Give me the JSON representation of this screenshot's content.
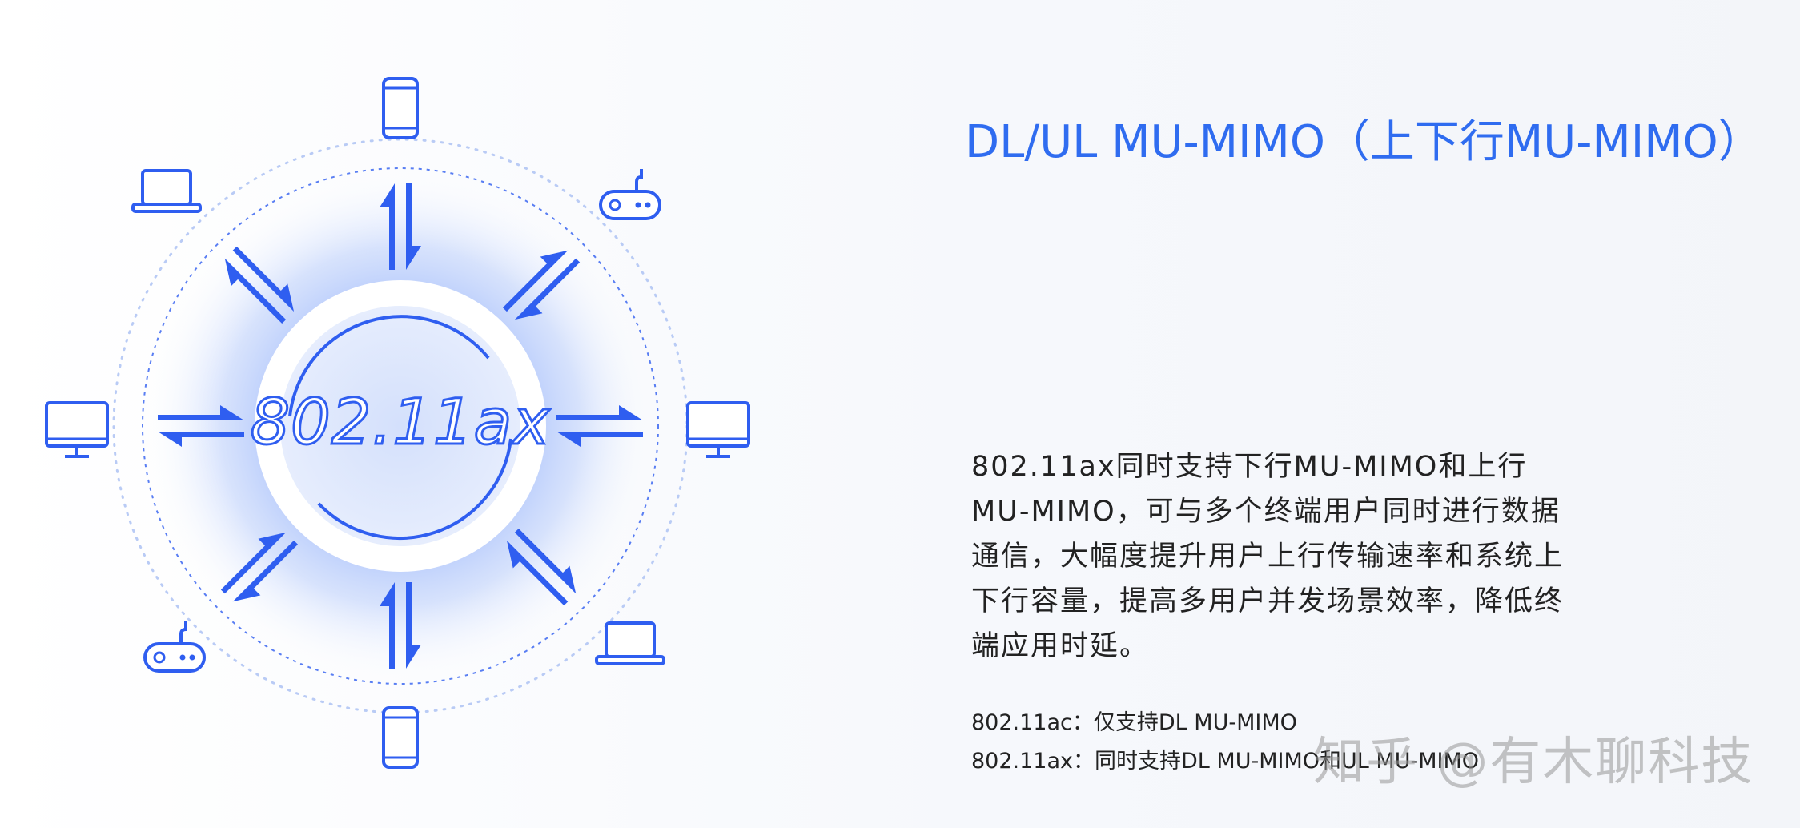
{
  "heading": "DL/UL MU-MIMO（上下行MU-MIMO）",
  "description": "802.11ax同时支持下行MU-MIMO和上行MU-MIMO，可与多个终端用户同时进行数据通信，大幅度提升用户上行传输速率和系统上下行容量，提高多用户并发场景效率，降低终端应用时延。",
  "notes": [
    "802.11ac：仅支持DL MU-MIMO",
    "802.11ax：同时支持DL MU-MIMO和UL MU-MIMO"
  ],
  "diagram": {
    "center_label": "802.11ax",
    "devices": [
      "phone-icon",
      "gamepad-icon",
      "monitor-icon",
      "laptop-icon",
      "phone-icon",
      "gamepad-icon",
      "monitor-icon",
      "laptop-icon"
    ]
  },
  "watermark": "知乎 @有木聊科技",
  "colors": {
    "accent": "#2f6cf0",
    "arrow": "#2f5ef0",
    "glow": "#c6d6fb"
  }
}
